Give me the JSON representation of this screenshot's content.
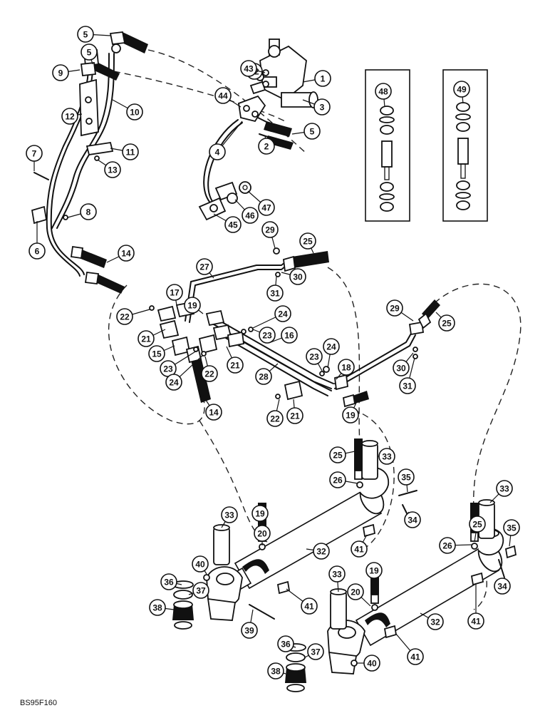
{
  "figure_code": "BS95F160",
  "callouts": [
    {
      "n": "1"
    },
    {
      "n": "2"
    },
    {
      "n": "3"
    },
    {
      "n": "4"
    },
    {
      "n": "5"
    },
    {
      "n": "5"
    },
    {
      "n": "5"
    },
    {
      "n": "6"
    },
    {
      "n": "7"
    },
    {
      "n": "8"
    },
    {
      "n": "9"
    },
    {
      "n": "10"
    },
    {
      "n": "11"
    },
    {
      "n": "12"
    },
    {
      "n": "13"
    },
    {
      "n": "14"
    },
    {
      "n": "14"
    },
    {
      "n": "15"
    },
    {
      "n": "16"
    },
    {
      "n": "17"
    },
    {
      "n": "18"
    },
    {
      "n": "19"
    },
    {
      "n": "19"
    },
    {
      "n": "19"
    },
    {
      "n": "19"
    },
    {
      "n": "20"
    },
    {
      "n": "20"
    },
    {
      "n": "21"
    },
    {
      "n": "21"
    },
    {
      "n": "21"
    },
    {
      "n": "22"
    },
    {
      "n": "22"
    },
    {
      "n": "22"
    },
    {
      "n": "23"
    },
    {
      "n": "23"
    },
    {
      "n": "23"
    },
    {
      "n": "24"
    },
    {
      "n": "24"
    },
    {
      "n": "24"
    },
    {
      "n": "25"
    },
    {
      "n": "25"
    },
    {
      "n": "25"
    },
    {
      "n": "25"
    },
    {
      "n": "26"
    },
    {
      "n": "26"
    },
    {
      "n": "27"
    },
    {
      "n": "28"
    },
    {
      "n": "29"
    },
    {
      "n": "29"
    },
    {
      "n": "30"
    },
    {
      "n": "30"
    },
    {
      "n": "31"
    },
    {
      "n": "31"
    },
    {
      "n": "32"
    },
    {
      "n": "32"
    },
    {
      "n": "33"
    },
    {
      "n": "33"
    },
    {
      "n": "33"
    },
    {
      "n": "33"
    },
    {
      "n": "34"
    },
    {
      "n": "34"
    },
    {
      "n": "35"
    },
    {
      "n": "35"
    },
    {
      "n": "36"
    },
    {
      "n": "36"
    },
    {
      "n": "37"
    },
    {
      "n": "37"
    },
    {
      "n": "38"
    },
    {
      "n": "38"
    },
    {
      "n": "39"
    },
    {
      "n": "40"
    },
    {
      "n": "40"
    },
    {
      "n": "41"
    },
    {
      "n": "41"
    },
    {
      "n": "41"
    },
    {
      "n": "41"
    },
    {
      "n": "42"
    },
    {
      "n": "43"
    },
    {
      "n": "44"
    },
    {
      "n": "45"
    },
    {
      "n": "46"
    },
    {
      "n": "47"
    },
    {
      "n": "48"
    },
    {
      "n": "49"
    }
  ]
}
